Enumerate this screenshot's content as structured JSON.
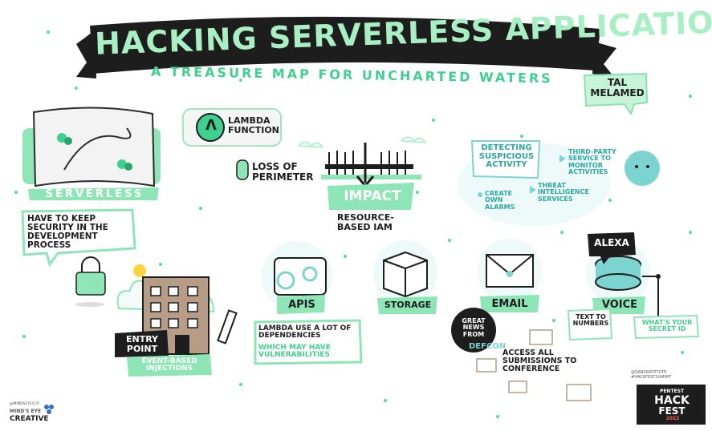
{
  "title": "HACKING SERVERLESS APPLICATIONS",
  "subtitle": "A TREASURE MAP FOR UNCHARTED WATERS",
  "speaker": "TAL MELAMED",
  "serverless_label": "SERVERLESS",
  "lambda_label": "LAMBDA FUNCTION",
  "lambda_symbol": "λ",
  "loss_of_perimeter": "LOSS OF PERIMETER",
  "impact": "IMPACT",
  "resource_iam": "RESOURCE-BASED IAM",
  "detecting": "DETECTING SUSPICIOUS ACTIVITY",
  "create_alarms": "CREATE OWN ALARMS",
  "threat_intel": "THREAT INTELLIGENCE SERVICES",
  "third_party": "THIRD-PARTY SERVICE TO MONITOR ACTIVITIES",
  "keep_security": "HAVE TO KEEP SECURITY IN THE DEVELOPMENT PROCESS",
  "entry_point": "ENTRY POINT",
  "event_injections": "EVENT-BASED INJECTIONS",
  "apis": "APIS",
  "lambda_deps_1": "LAMBDA USE A LOT OF DEPENDENCIES",
  "lambda_deps_2": "WHICH MAY HAVE VULNERABILITIES",
  "storage": "STORAGE",
  "email": "EMAIL",
  "voice": "VOICE",
  "alexa": "ALEXA",
  "text_to_numbers": "TEXT TO NUMBERS",
  "secret_id": "WHAT'S YOUR SECRET ID",
  "great_news": "GREAT NEWS FROM",
  "defcon": "DEFCON",
  "access_all": "ACCESS ALL SUBMISSIONS TO CONFERENCE",
  "hashtags": "@SANSINSTITUTE #HACKFESTSUMMIT",
  "pentest": "PENTEST",
  "hack": "HACK",
  "fest": "FEST",
  "year": "2022",
  "creator_handle": "@MINDSEYECCP",
  "creator_name_1": "MIND'S EYE",
  "creator_name_2": "CREATIVE",
  "colors": {
    "mint": "#a8f0c4",
    "green": "#3fcf8e",
    "teal": "#7bd4d0",
    "dark": "#1d1d1d",
    "brown": "#b79c86"
  }
}
